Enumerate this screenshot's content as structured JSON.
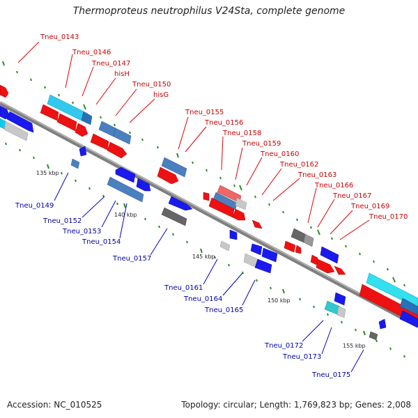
{
  "title": "Thermoproteus neutrophilus V24Sta, complete genome",
  "footer": {
    "accession": "Accession: NC_010525",
    "stats": "Topology: circular; Length: 1,769,823 bp; Genes: 2,008"
  },
  "colors": {
    "upper_label": "#cc0000",
    "lower_label": "#0000aa",
    "backbone": "#808080"
  },
  "tick_labels": [
    "135 kbp",
    "140 kbp",
    "145 kbp",
    "150 kbp",
    "155 kbp"
  ],
  "upper_labels": [
    "Tneu_0143",
    "Tneu_0146",
    "Tneu_0147",
    "hisH",
    "Tneu_0150",
    "hisG",
    "Tneu_0155",
    "Tneu_0156",
    "Tneu_0158",
    "Tneu_0159",
    "Tneu_0160",
    "Tneu_0162",
    "Tneu_0163",
    "Tneu_0166",
    "Tneu_0167",
    "Tneu_0169",
    "Tneu_0170"
  ],
  "lower_labels": [
    "Tneu_0149",
    "Tneu_0152",
    "Tneu_0153",
    "Tneu_0154",
    "Tneu_0157",
    "Tneu_0161",
    "Tneu_0164",
    "Tneu_0165",
    "Tneu_0172",
    "Tneu_0173",
    "Tneu_0175"
  ]
}
